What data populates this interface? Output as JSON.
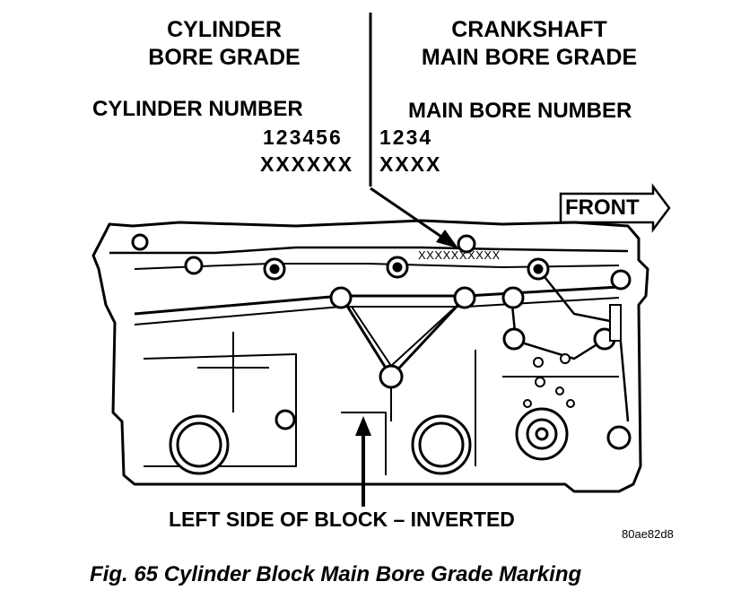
{
  "table": {
    "left_header_line1": "CYLINDER",
    "left_header_line2": "BORE GRADE",
    "right_header_line1": "CRANKSHAFT",
    "right_header_line2": "MAIN BORE GRADE",
    "left_label": "CYLINDER NUMBER",
    "left_numbers": "123456",
    "left_marks": "XXXXXX",
    "right_label": "MAIN BORE NUMBER",
    "right_numbers": "1234",
    "right_marks": "XXXX"
  },
  "diagram": {
    "front_label": "FRONT",
    "block_marking": "XXXXXXXXXX",
    "bottom_callout": "LEFT SIDE OF BLOCK – INVERTED",
    "figure_code": "80ae82d8"
  },
  "caption": "Fig. 65 Cylinder Block Main Bore Grade Marking"
}
